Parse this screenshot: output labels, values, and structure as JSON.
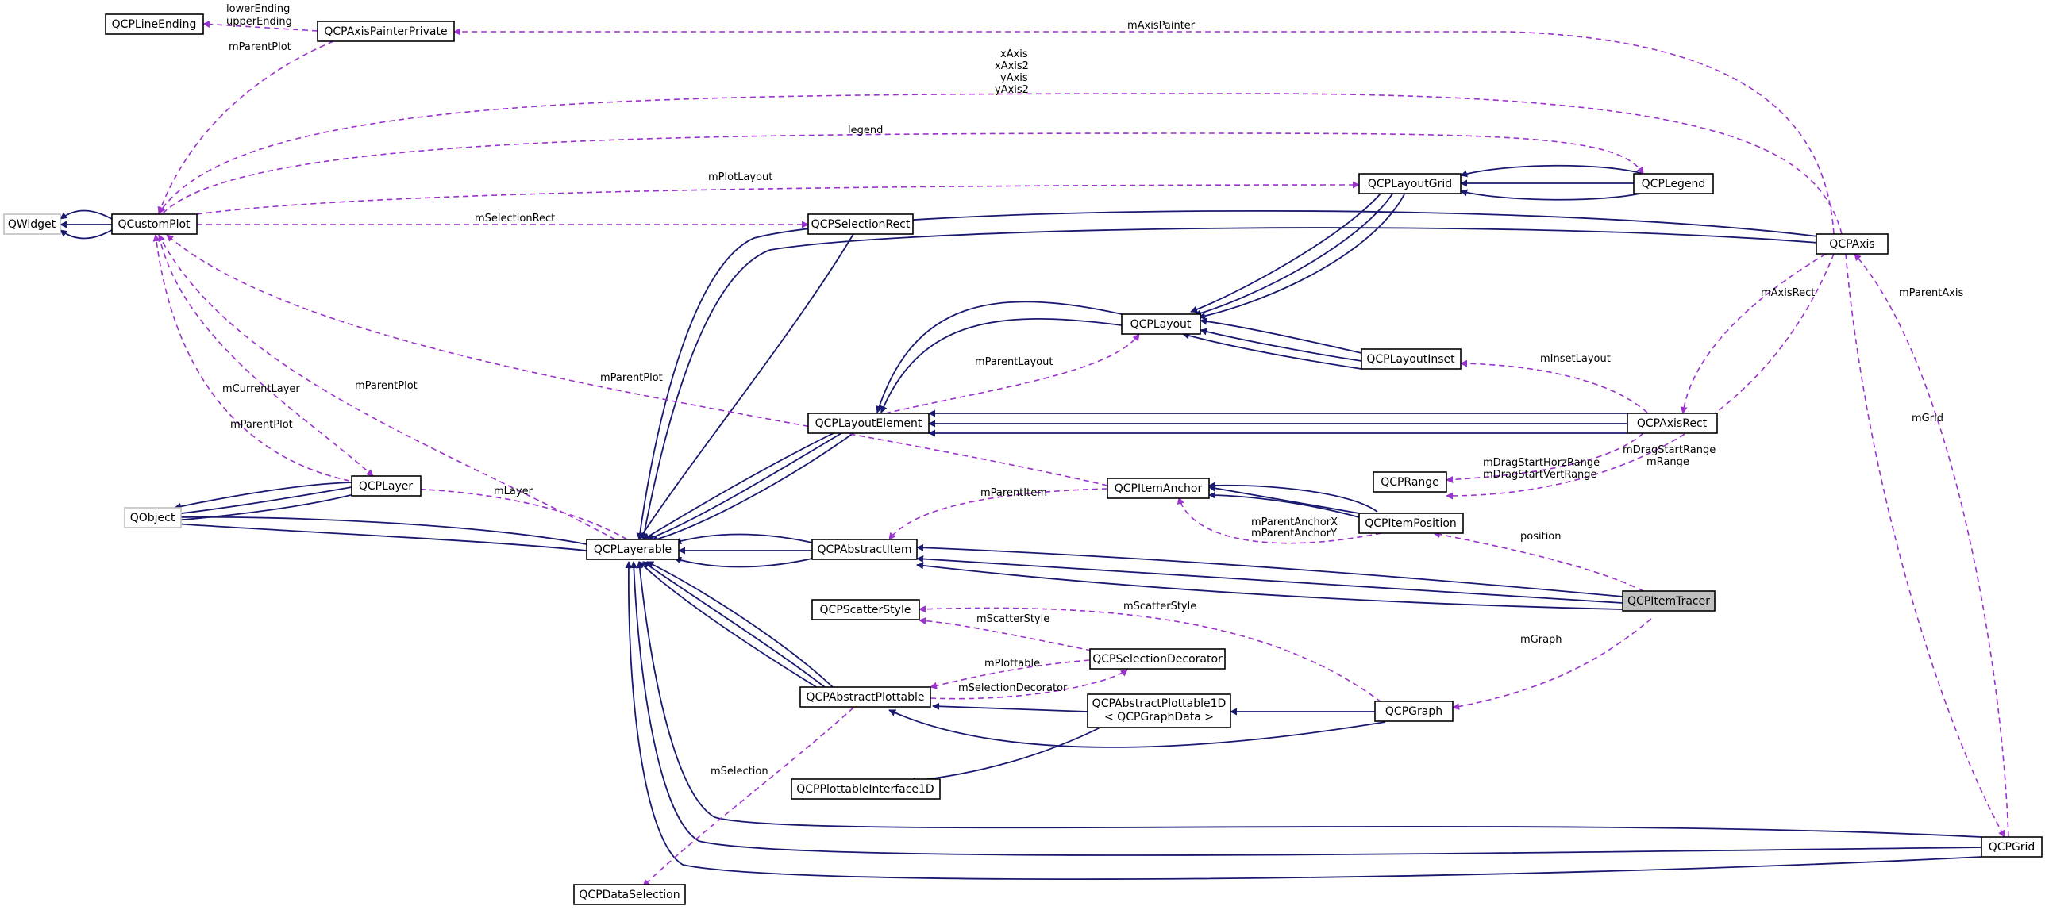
{
  "nodes": [
    {
      "id": "QCPLineEnding",
      "label": "QCPLineEnding",
      "style": "normal"
    },
    {
      "id": "QCPAxisPainterPrivate",
      "label": "QCPAxisPainterPrivate",
      "style": "normal"
    },
    {
      "id": "QWidget",
      "label": "QWidget",
      "style": "external"
    },
    {
      "id": "QCustomPlot",
      "label": "QCustomPlot",
      "style": "normal"
    },
    {
      "id": "QCPSelectionRect",
      "label": "QCPSelectionRect",
      "style": "normal"
    },
    {
      "id": "QCPLayoutGrid",
      "label": "QCPLayoutGrid",
      "style": "normal"
    },
    {
      "id": "QCPLegend",
      "label": "QCPLegend",
      "style": "normal"
    },
    {
      "id": "QCPAxis",
      "label": "QCPAxis",
      "style": "normal"
    },
    {
      "id": "QCPLayout",
      "label": "QCPLayout",
      "style": "normal"
    },
    {
      "id": "QCPLayoutInset",
      "label": "QCPLayoutInset",
      "style": "normal"
    },
    {
      "id": "QCPLayoutElement",
      "label": "QCPLayoutElement",
      "style": "normal"
    },
    {
      "id": "QCPAxisRect",
      "label": "QCPAxisRect",
      "style": "normal"
    },
    {
      "id": "QCPLayer",
      "label": "QCPLayer",
      "style": "normal"
    },
    {
      "id": "QObject",
      "label": "QObject",
      "style": "external"
    },
    {
      "id": "QCPItemAnchor",
      "label": "QCPItemAnchor",
      "style": "normal"
    },
    {
      "id": "QCPRange",
      "label": "QCPRange",
      "style": "normal"
    },
    {
      "id": "QCPItemPosition",
      "label": "QCPItemPosition",
      "style": "normal"
    },
    {
      "id": "QCPLayerable",
      "label": "QCPLayerable",
      "style": "normal"
    },
    {
      "id": "QCPAbstractItem",
      "label": "QCPAbstractItem",
      "style": "normal"
    },
    {
      "id": "QCPItemTracer",
      "label": "QCPItemTracer",
      "style": "highlight"
    },
    {
      "id": "QCPScatterStyle",
      "label": "QCPScatterStyle",
      "style": "normal"
    },
    {
      "id": "QCPSelectionDecorator",
      "label": "QCPSelectionDecorator",
      "style": "normal"
    },
    {
      "id": "QCPAbstractPlottable",
      "label": "QCPAbstractPlottable",
      "style": "normal"
    },
    {
      "id": "QCPAbstractPlottable1D",
      "label": "QCPAbstractPlottable1D",
      "label2": "< QCPGraphData >",
      "style": "normal"
    },
    {
      "id": "QCPGraph",
      "label": "QCPGraph",
      "style": "normal"
    },
    {
      "id": "QCPPlottableInterface1D",
      "label": "QCPPlottableInterface1D",
      "style": "normal"
    },
    {
      "id": "QCPGrid",
      "label": "QCPGrid",
      "style": "normal"
    },
    {
      "id": "QCPDataSelection",
      "label": "QCPDataSelection",
      "style": "normal"
    }
  ],
  "edge_labels": {
    "lowerEnding": "lowerEnding",
    "upperEnding": "upperEnding",
    "mAxisPainter": "mAxisPainter",
    "mParentPlot": "mParentPlot",
    "xAxis": "xAxis",
    "xAxis2": "xAxis2",
    "yAxis": "yAxis",
    "yAxis2": "yAxis2",
    "legend": "legend",
    "mPlotLayout": "mPlotLayout",
    "mSelectionRect": "mSelectionRect",
    "mAxisRect": "mAxisRect",
    "mParentAxis": "mParentAxis",
    "mInsetLayout": "mInsetLayout",
    "mParentLayout": "mParentLayout",
    "mCurrentLayer": "mCurrentLayer",
    "mLayer": "mLayer",
    "mDragStartHorzRange": "mDragStartHorzRange",
    "mDragStartVertRange": "mDragStartVertRange",
    "mDragStartRange": "mDragStartRange",
    "mRange": "mRange",
    "mGrid": "mGrid",
    "mParentItem": "mParentItem",
    "mParentAnchorX": "mParentAnchorX",
    "mParentAnchorY": "mParentAnchorY",
    "position": "position",
    "mScatterStyle": "mScatterStyle",
    "mGraph": "mGraph",
    "mPlottable": "mPlottable",
    "mSelectionDecorator": "mSelectionDecorator",
    "mSelection": "mSelection"
  }
}
